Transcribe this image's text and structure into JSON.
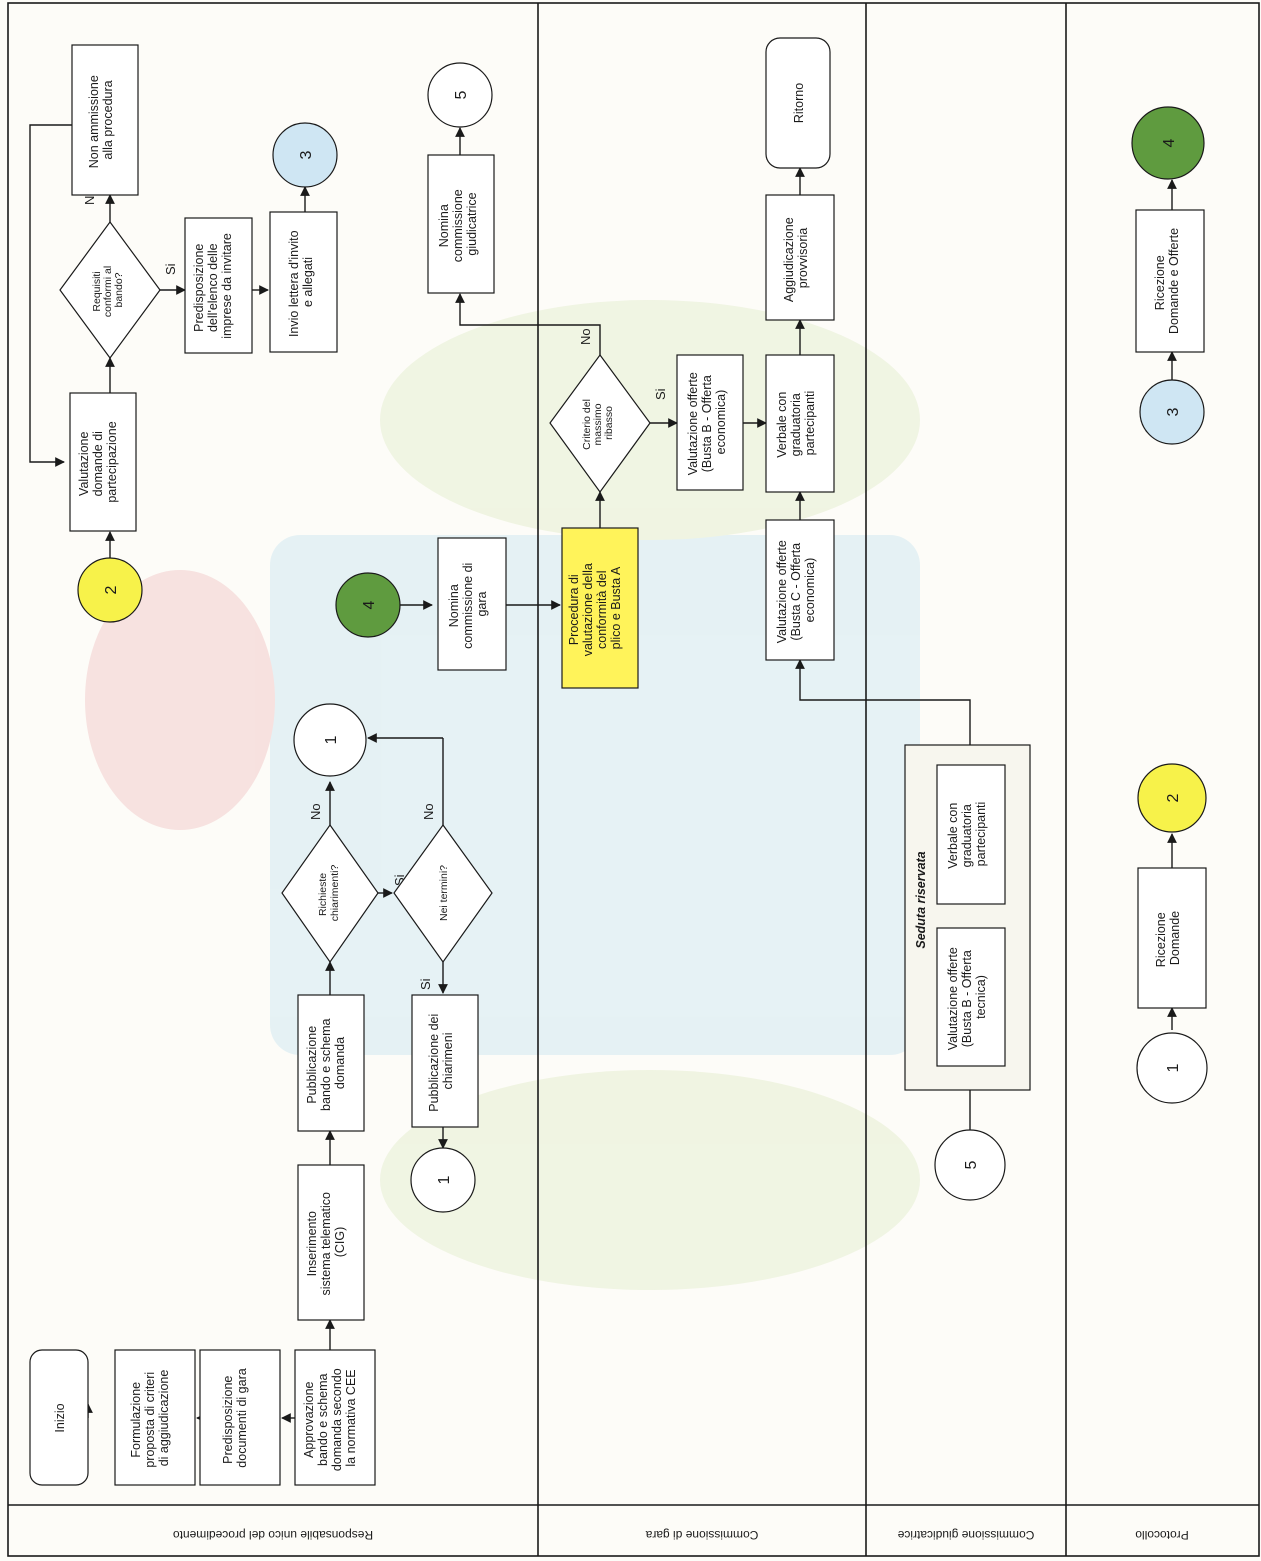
{
  "lanes": [
    "Responsabile unico del procedimento",
    "Commissione di gara",
    "Commissione giudicatrice",
    "Protocollo"
  ],
  "nodes": {
    "inizio": [
      "Inizio"
    ],
    "formulazione": [
      "Formulazione",
      "proposta di criteri",
      "di aggiudicazione"
    ],
    "predisposizione_doc": [
      "Predisposizione",
      "documenti di gara"
    ],
    "approvazione": [
      "Approvazione",
      "bando e schema",
      "domanda secondo",
      "la normativa CEE"
    ],
    "inserimento": [
      "Inserimento",
      "sistema telematico",
      "(CIG)"
    ],
    "pubblicazione_bando": [
      "Pubblicazione",
      "bando e schema",
      "domanda"
    ],
    "richieste": [
      "Richieste",
      "chiarimenti?"
    ],
    "nei_termini": [
      "Nei termini?"
    ],
    "pubblicazione_chiar": [
      "Pubblicazione dei",
      "chiarimeni"
    ],
    "valutazione_domande": [
      "Valutazione",
      "domande di",
      "partecipazione"
    ],
    "requisiti": [
      "Requisiti",
      "conformi al",
      "bando?"
    ],
    "non_ammissione": [
      "Non ammissione",
      "alla procedura"
    ],
    "predisposizione_elenco": [
      "Predisposizione",
      "dell'elenco delle",
      "imprese da invitare"
    ],
    "invio_lettera": [
      "Invio lettera d'invito",
      "e allegati"
    ],
    "nomina_gara": [
      "Nomina",
      "commissione di",
      "gara"
    ],
    "procedura": [
      "Procedura di",
      "valutazione della",
      "conformità del",
      "plico e Busta A"
    ],
    "criterio": [
      "Criterio del",
      "massimo",
      "ribasso"
    ],
    "nomina_giudicatrice": [
      "Nomina",
      "commissione",
      "giudicatrice"
    ],
    "val_b_econ": [
      "Valutazione offerte",
      "(Busta B - Offerta",
      "economica)"
    ],
    "val_c_econ": [
      "Valutazione offerte",
      "(Busta C - Offerta",
      "economica)"
    ],
    "verbale_gara": [
      "Verbale con",
      "graduatoria",
      "partecipanti"
    ],
    "aggiudicazione": [
      "Aggiudicazione",
      "provvisoria"
    ],
    "ritorno": [
      "Ritorno"
    ],
    "seduta": [
      "Seduta riservata"
    ],
    "val_b_tecnica": [
      "Valutazione offerte",
      "(Busta B - Offerta",
      "tecnica)"
    ],
    "verbale_giud": [
      "Verbale con",
      "graduatoria",
      "partecipanti"
    ],
    "ricezione_domande": [
      "Ricezione",
      "Domande"
    ],
    "ricezione_offerte": [
      "Ricezione",
      "Domande e Offerte"
    ]
  },
  "connectors": {
    "c1_a": "1",
    "c1_b": "1",
    "c1_c": "1",
    "c2_a": "2",
    "c2_b": "2",
    "c3_a": "3",
    "c3_b": "3",
    "c4_a": "4",
    "c4_b": "4",
    "c5_a": "5",
    "c5_b": "5"
  },
  "labels": {
    "yes": "Si",
    "no": "No"
  },
  "colors": {
    "c2": "#f7f24a",
    "c3": "#cfe6f3",
    "c4": "#5f9b3f",
    "procedura": "#fff35a",
    "ritorno_border": "#1a1a1a"
  }
}
